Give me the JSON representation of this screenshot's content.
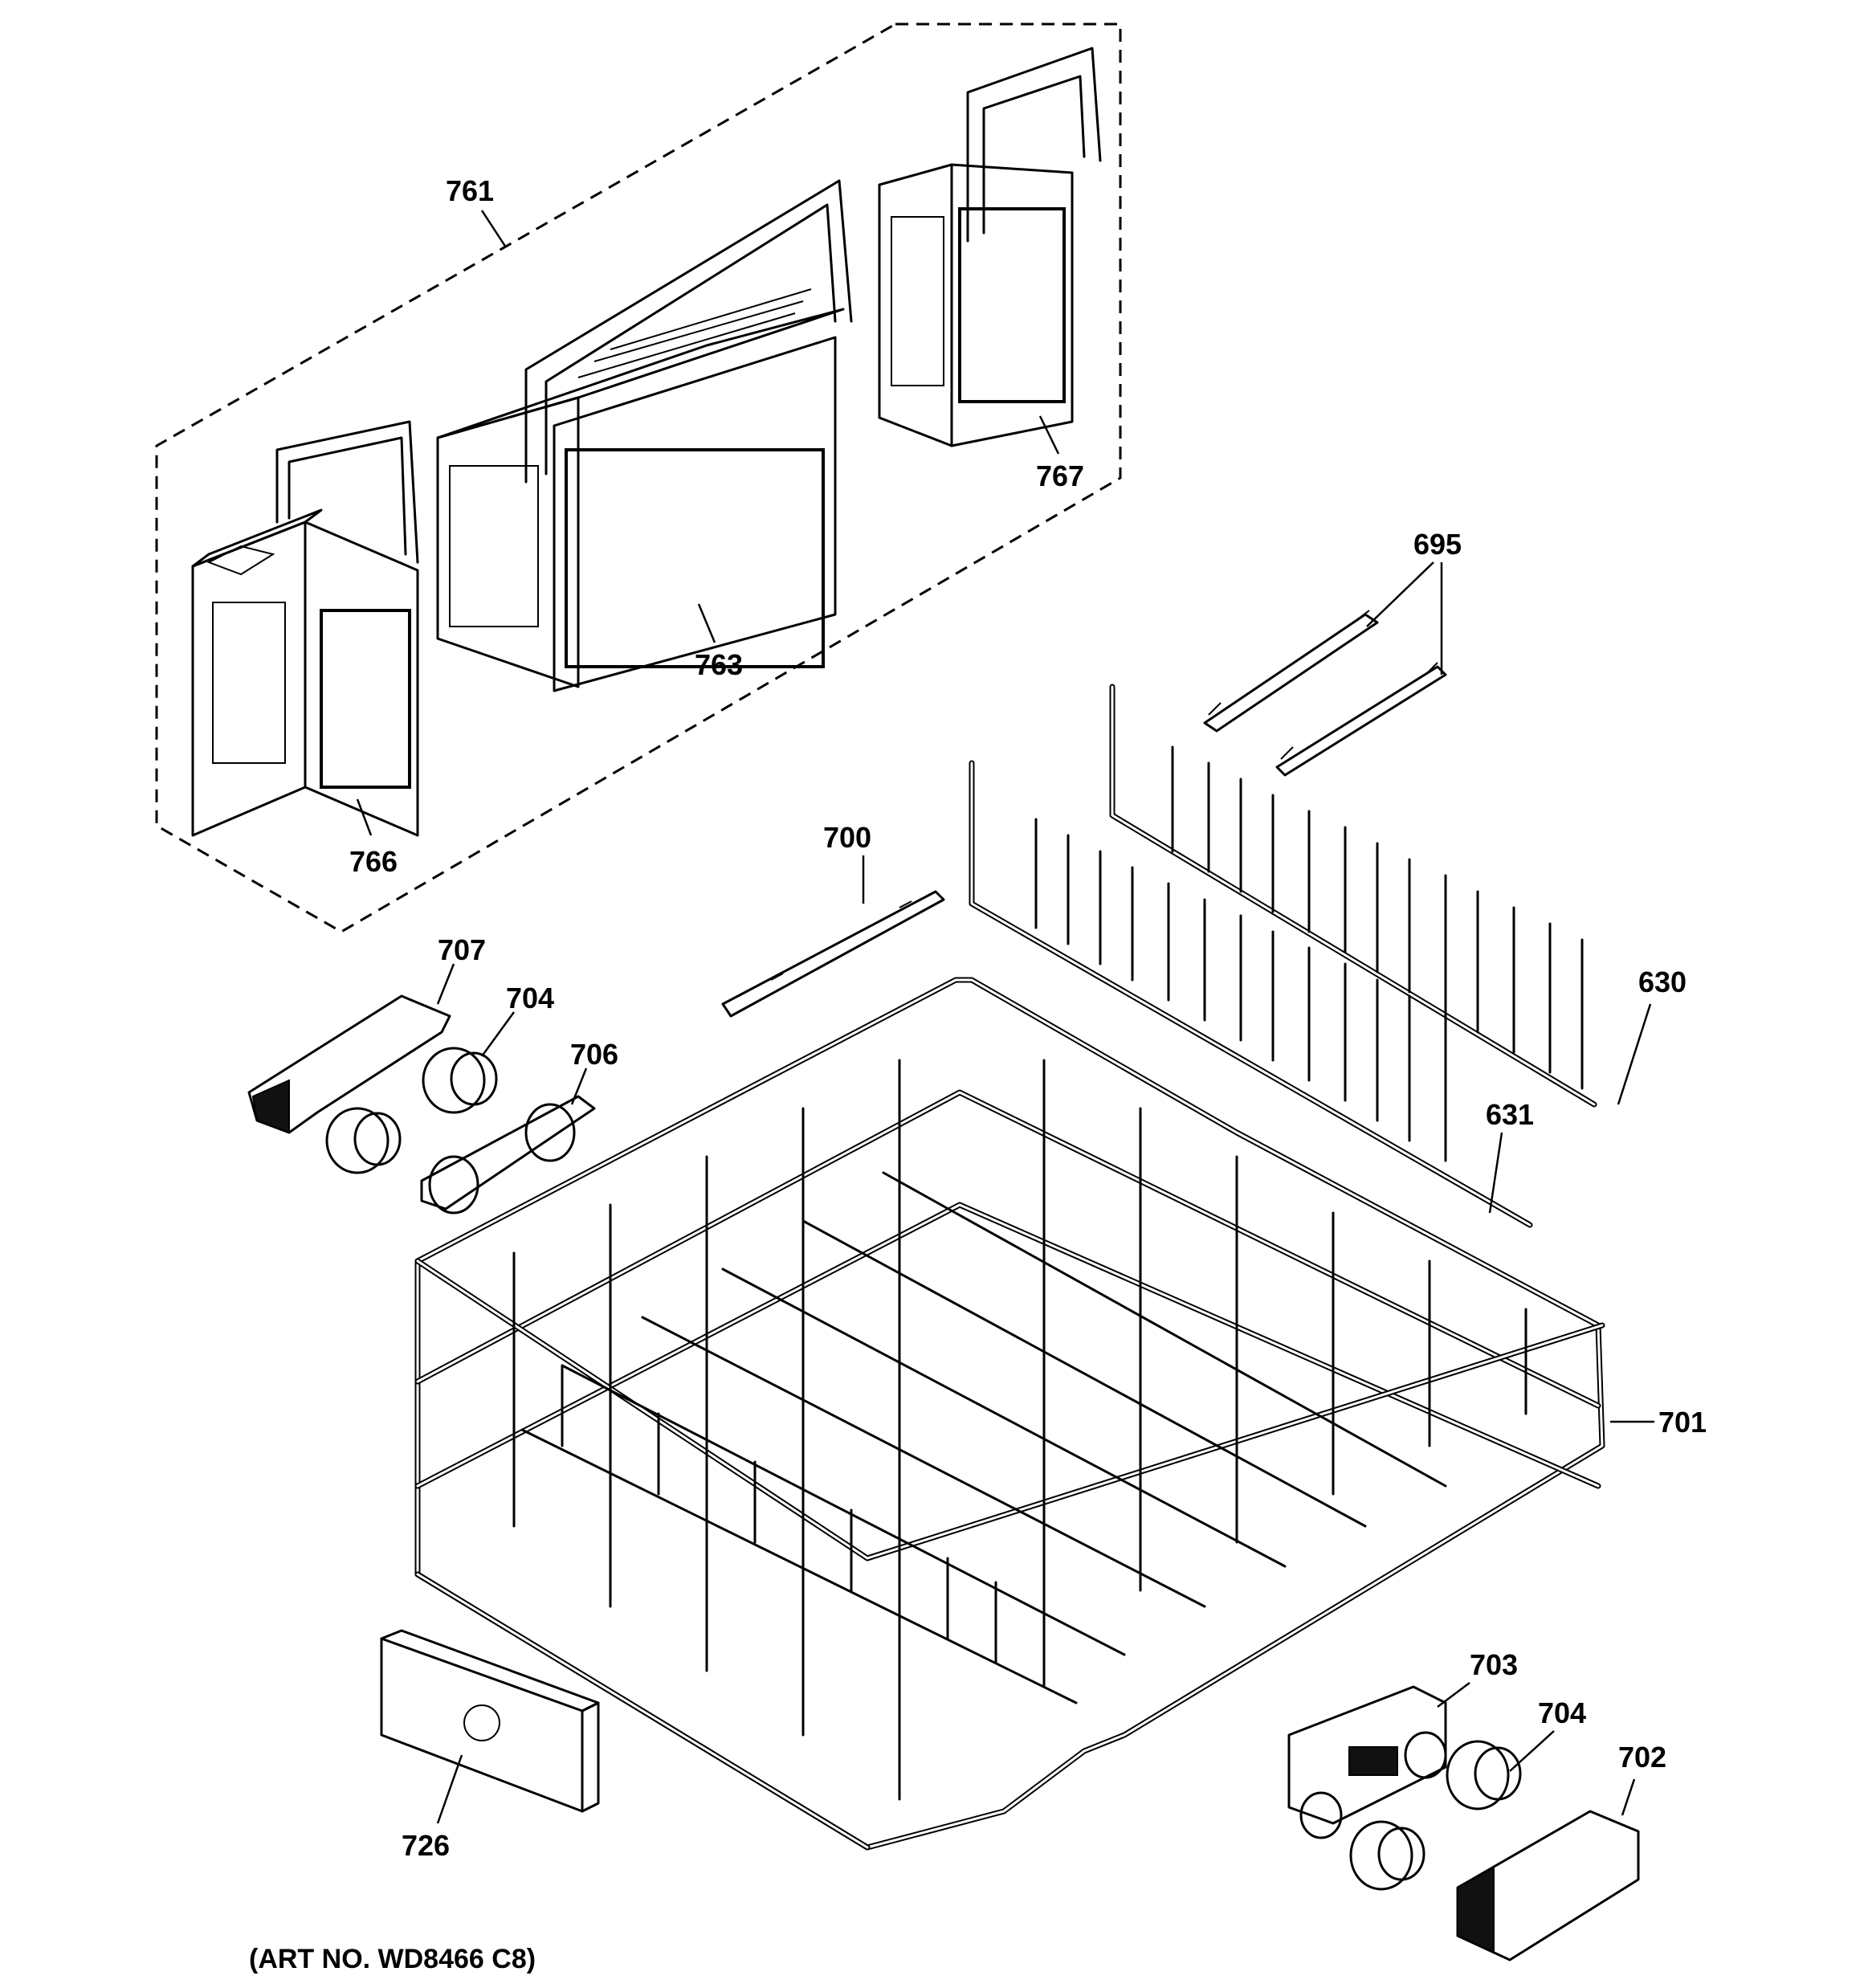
{
  "callouts": {
    "c761": "761",
    "c763": "763",
    "c766": "766",
    "c767": "767",
    "c695": "695",
    "c700": "700",
    "c707": "707",
    "c704a": "704",
    "c706": "706",
    "c630": "630",
    "c631": "631",
    "c701": "701",
    "c703": "703",
    "c704b": "704",
    "c702": "702",
    "c726": "726"
  },
  "art_number": "(ART NO. WD8466 C8)"
}
